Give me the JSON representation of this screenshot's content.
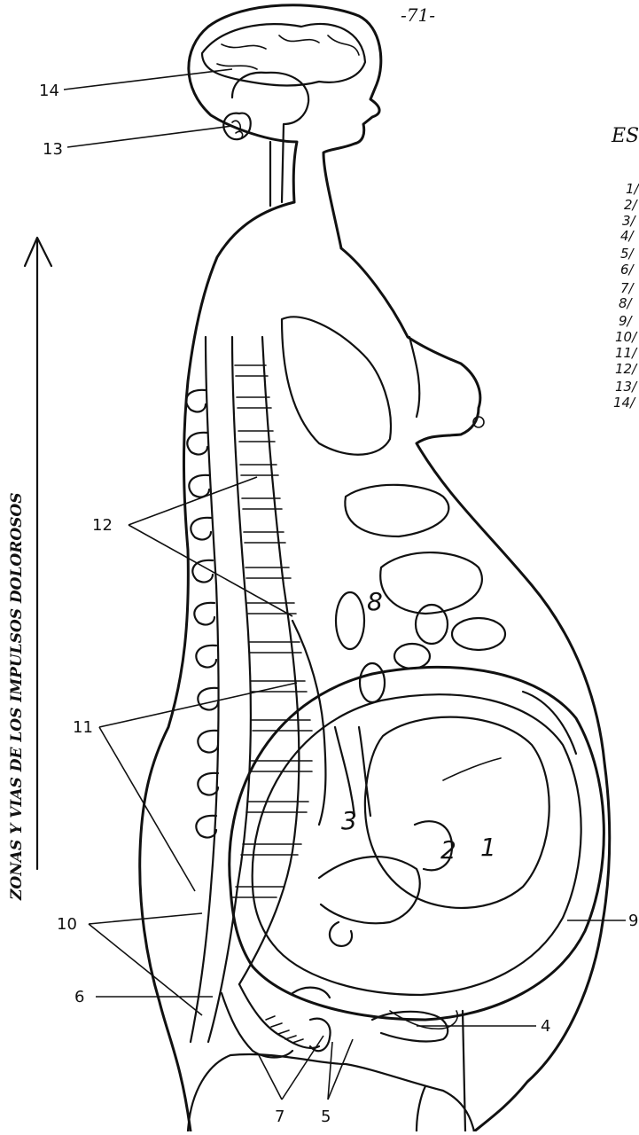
{
  "page_number": "-71-",
  "heading_fragment": "ES",
  "side_caption": "ZONAS Y VIAS DE LOS IMPULSOS DOLOROSOS",
  "legend_numbers": [
    "1/",
    "2/",
    "3/",
    "4/",
    "5/",
    "6/",
    "7/",
    "8/",
    "9/",
    "10/",
    "11/",
    "12/",
    "13/",
    "14/"
  ],
  "callouts": {
    "c14": "14",
    "c13": "13",
    "c12": "12",
    "c11": "11",
    "c10": "10",
    "c6": "6",
    "c7": "7",
    "c5": "5",
    "c4": "4",
    "c9": "9"
  },
  "inner_numbers": {
    "n1": "1",
    "n2": "2",
    "n3": "3",
    "n8": "8"
  }
}
